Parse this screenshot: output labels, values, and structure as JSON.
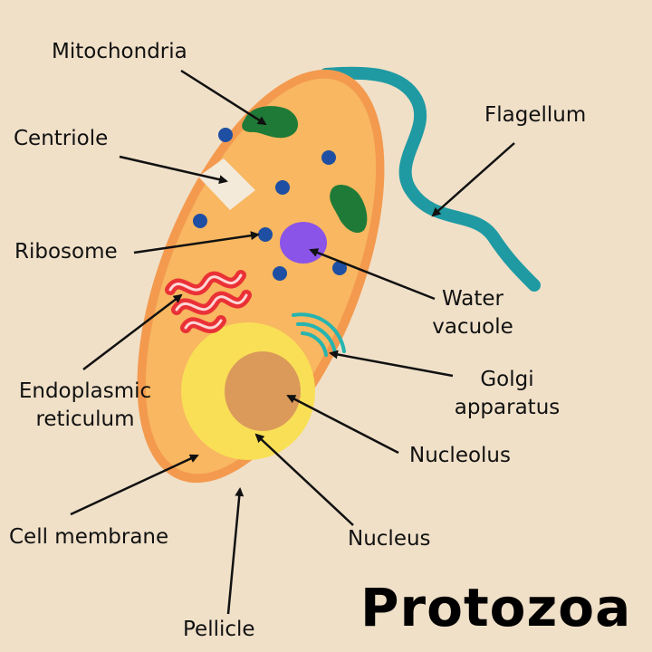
{
  "title": "Protozoa",
  "labels": {
    "mitochondria": "Mitochondria",
    "centriole": "Centriole",
    "ribosome": "Ribosome",
    "endoplasmic_1": "Endoplasmic",
    "endoplasmic_2": "reticulum",
    "cell_membrane": "Cell membrane",
    "pellicle": "Pellicle",
    "flagellum": "Flagellum",
    "water_1": "Water",
    "water_2": "vacuole",
    "golgi_1": "Golgi",
    "golgi_2": "apparatus",
    "nucleolus": "Nucleolus",
    "nucleus": "Nucleus"
  },
  "colors": {
    "background": "#f0e0c8",
    "pellicle": "#f39a4f",
    "cytoplasm": "#f8b760",
    "nucleus": "#f9df56",
    "nucleolus": "#db9a5a",
    "mitochondria": "#1f7a37",
    "ribosome": "#1f4fa3",
    "centriole": "#f3ead9",
    "water_vacuole": "#8a54e8",
    "golgi": "#25b4b0",
    "er_outer": "#ea3136",
    "flagellum": "#1f9aa3"
  }
}
